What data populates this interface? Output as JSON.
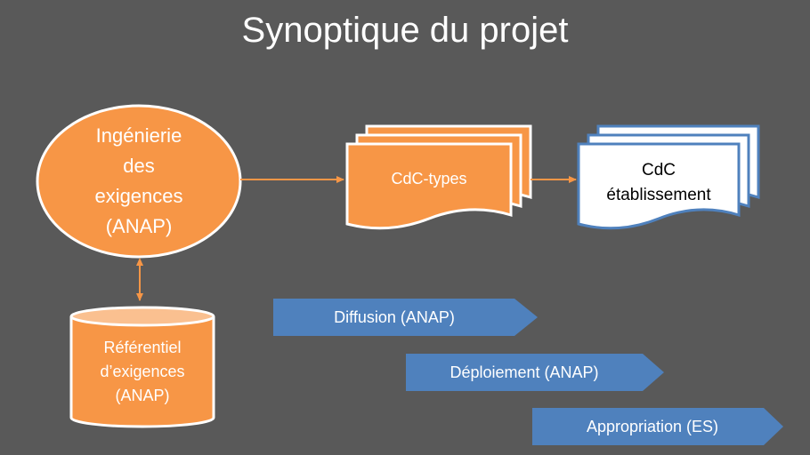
{
  "title": "Synoptique du projet",
  "nodes": {
    "ingenierie": "Ingénierie\ndes\nexigences\n(ANAP)",
    "referentiel": "Référentiel\nd’exigences\n(ANAP)",
    "cdc_types": "CdC-types",
    "cdc_etab": "CdC\nétablissement"
  },
  "phases": {
    "diffusion": "Diffusion (ANAP)",
    "deploiement": "Déploiement (ANAP)",
    "appropriation": "Appropriation (ES)"
  },
  "colors": {
    "background": "#595959",
    "orange": "#F79646",
    "blue": "#4F81BD",
    "white": "#FFFFFF"
  }
}
